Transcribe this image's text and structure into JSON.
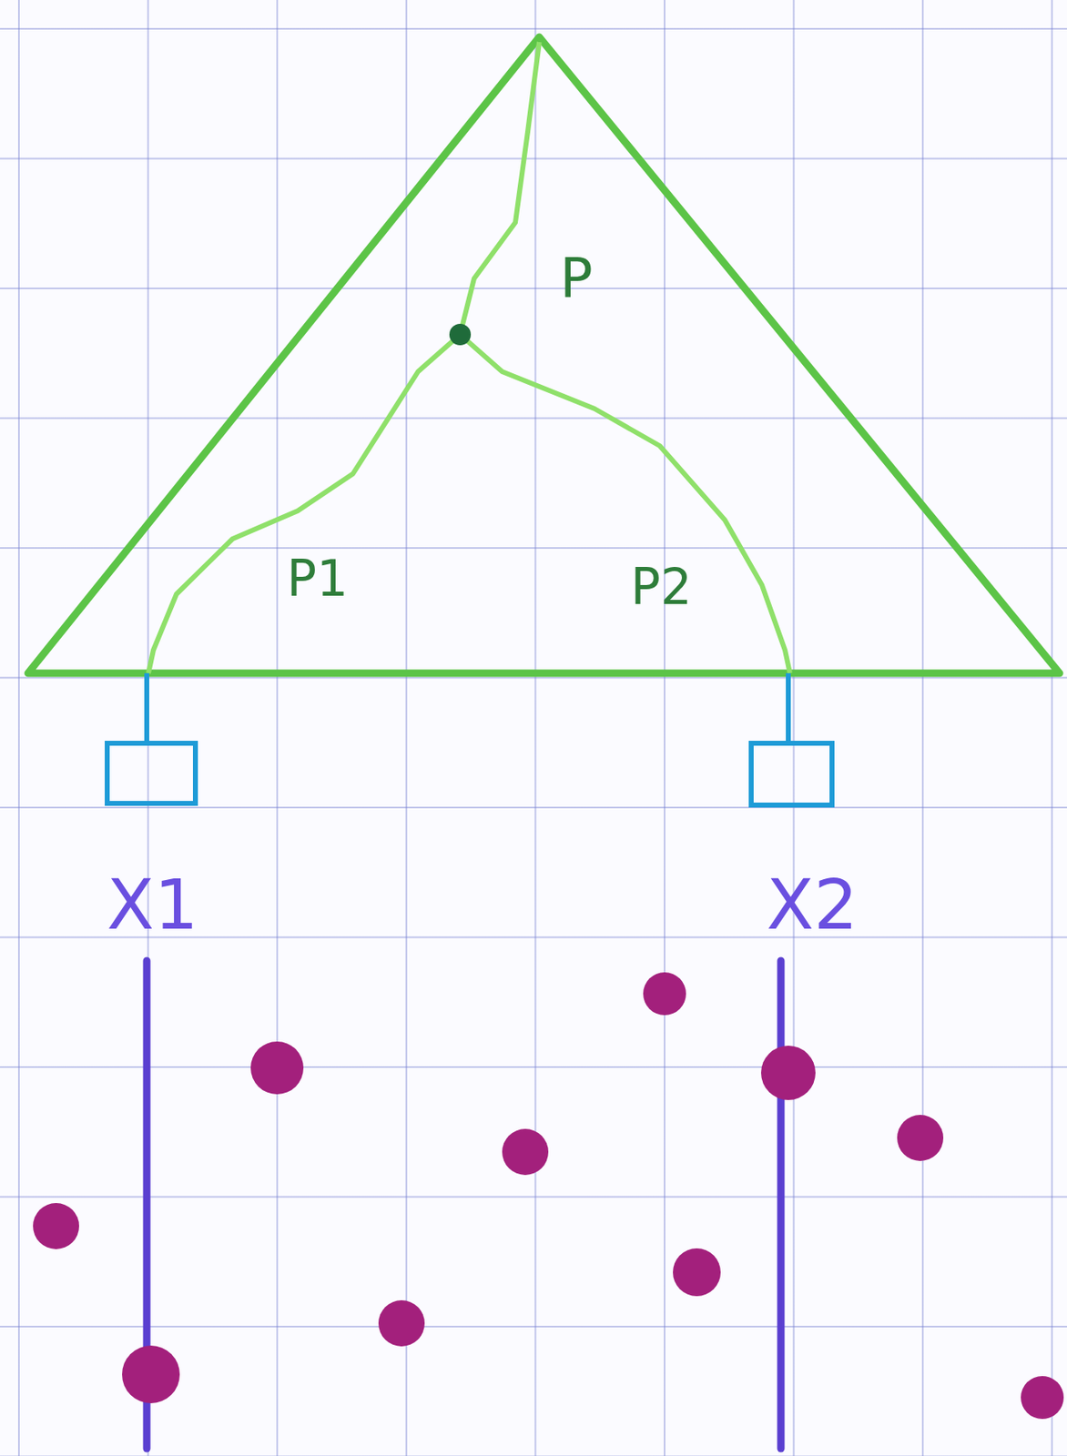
{
  "diagram": {
    "labels": [
      "P",
      "P1",
      "P2",
      "X1",
      "X2"
    ]
  }
}
